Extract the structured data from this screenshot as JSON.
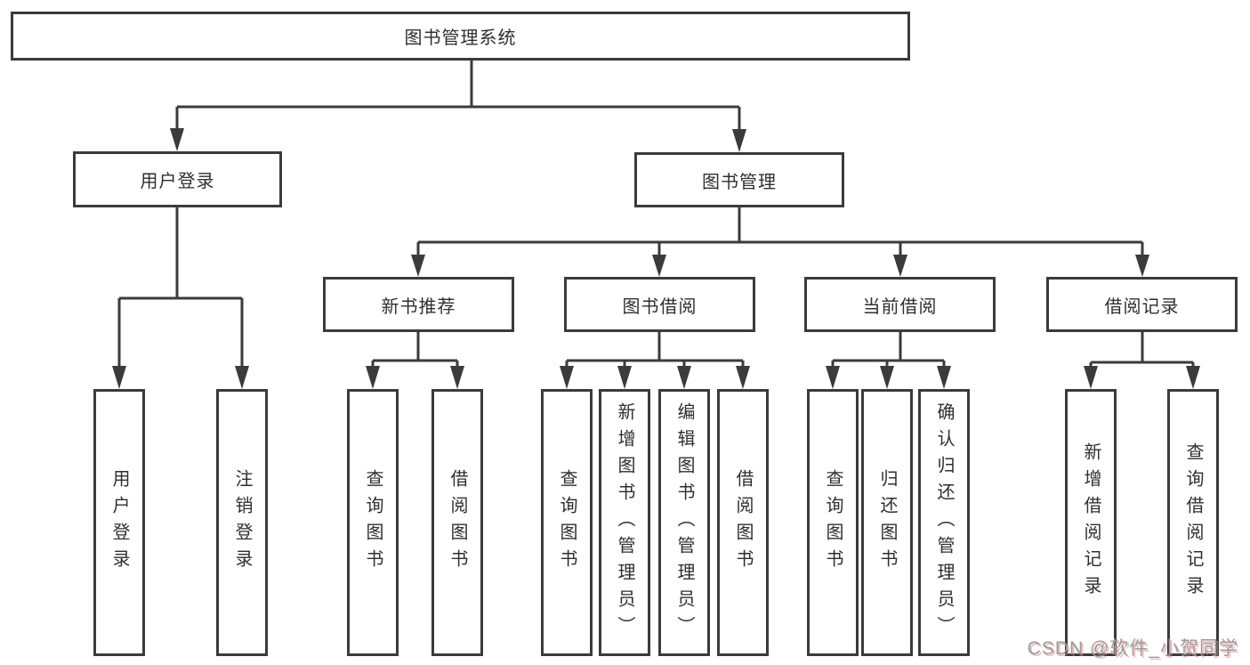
{
  "diagram": {
    "root": "图书管理系统",
    "user_login": {
      "label": "用户登录",
      "children": [
        "用户登录",
        "注销登录"
      ]
    },
    "book_mgmt": {
      "label": "图书管理",
      "groups": [
        {
          "label": "新书推荐",
          "children": [
            "查询图书",
            "借阅图书"
          ]
        },
        {
          "label": "图书借阅",
          "children": [
            "查询图书",
            "新增图书（管理员）",
            "编辑图书（管理员）",
            "借阅图书"
          ]
        },
        {
          "label": "当前借阅",
          "children": [
            "查询图书",
            "归还图书",
            "确认归还（管理员）"
          ]
        },
        {
          "label": "借阅记录",
          "children": [
            "新增借阅记录",
            "查询借阅记录"
          ]
        }
      ]
    }
  },
  "watermark": "CSDN @软件_小贺同学",
  "colors": {
    "line": "#3b3b3b",
    "text": "#2f2f2f",
    "watermark_gray": "#9b9b9b",
    "watermark_shadow": "#e48282"
  }
}
